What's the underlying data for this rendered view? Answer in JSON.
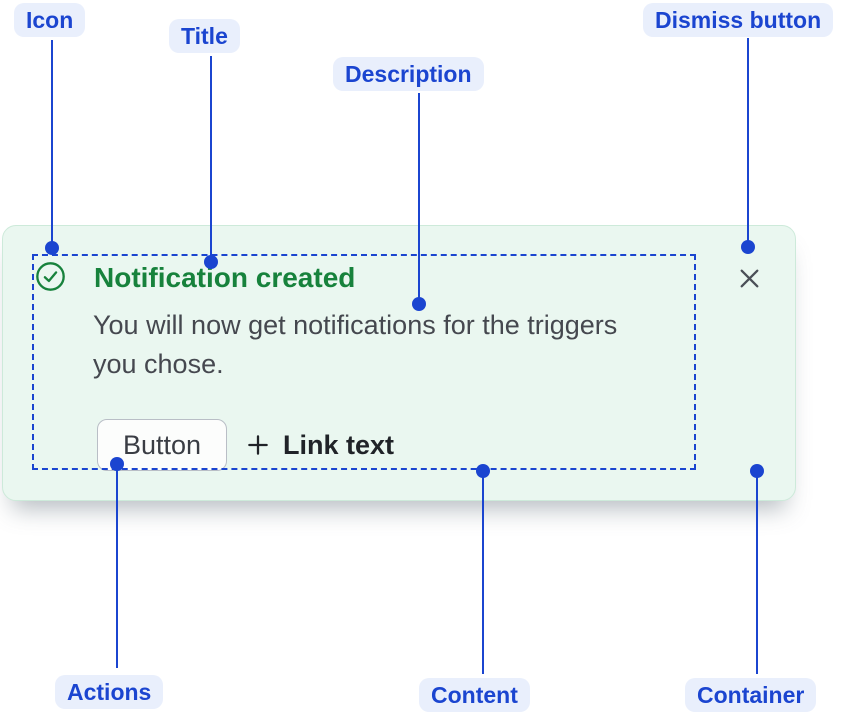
{
  "annotations": {
    "icon": "Icon",
    "title": "Title",
    "description": "Description",
    "dismiss_button": "Dismiss button",
    "actions": "Actions",
    "content": "Content",
    "container": "Container"
  },
  "notification": {
    "title": "Notification created",
    "description": "You will now get notifications for the triggers you chose.",
    "actions": {
      "button_label": "Button",
      "link_label": "Link text"
    },
    "icons": {
      "status": "check-circle-icon",
      "link_prefix": "plus-icon",
      "dismiss": "close-icon"
    }
  },
  "colors": {
    "annotation_blue": "#1b45d0",
    "annotation_pill_bg": "#e9effc",
    "card_background": "#eaf7f0",
    "card_border": "#cdeada",
    "success_green": "#17823c",
    "body_text": "#45484f",
    "button_border": "#b9bec6",
    "dismiss_gray": "#4b4f57"
  }
}
